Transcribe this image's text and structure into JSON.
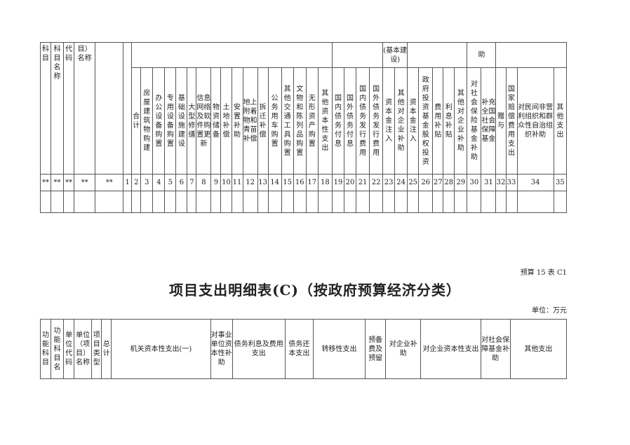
{
  "top_table": {
    "id_headers": [
      "科目",
      "科目名称",
      "代码",
      "目）名称",
      ""
    ],
    "group_headers": [
      "",
      "",
      "(基本建设)",
      "",
      "助",
      ""
    ],
    "columns": [
      "合计",
      "房屋建筑物购建",
      "办公设备购置",
      "专用设备购置",
      "基础设施建设",
      "大型修缮",
      "信息网络及软件购置更新",
      "物资储备",
      "土地补偿",
      "安置补助",
      "地上附着物和青苗补偿",
      "拆迁补偿",
      "公务用车购置",
      "其他交通工具购置",
      "文物和陈列品购置",
      "无形资产购置",
      "其他资本性支出",
      "国内债务付息",
      "国外债务付息",
      "国内债务发行费用",
      "国外债务发行费用",
      "资本金注入",
      "其他对企业补助",
      "资本金注入",
      "政府投资基金股权投资",
      "费用补贴",
      "利息补贴",
      "其他对企业补助",
      "对社会保险基金补助",
      "补充全国社会保障基金",
      "赠与",
      "国家赔偿费用支出",
      "对民间非营利组织和群众性自治组织补助",
      "其他支出"
    ],
    "number_row": [
      "**",
      "**",
      "**",
      "**",
      "**",
      "1",
      "2",
      "3",
      "4",
      "5",
      "6",
      "7",
      "8",
      "9",
      "10",
      "11",
      "12",
      "13",
      "14",
      "15",
      "16",
      "17",
      "18",
      "19",
      "20",
      "21",
      "22",
      "23",
      "24",
      "25",
      "26",
      "27",
      "28",
      "29",
      "30",
      "31",
      "32",
      "33",
      "34",
      "35"
    ]
  },
  "form_code": "预算 15 表 C1",
  "title": "项目支出明细表(C)（按政府预算经济分类）",
  "unit": "单位：万元",
  "bottom_table": {
    "headers": [
      "功能科目",
      "功能科目名",
      "单位代码",
      "单位（项目）名称",
      "项目类型",
      "总计",
      "机关资本性支出(一)",
      "对事业单位资本性补助",
      "债务利息及费用支出",
      "债务还本支出",
      "转移性支出",
      "预备费及预留",
      "对企业补助",
      "对企业资本性支出",
      "对社会保障基金补助",
      "其他支出"
    ]
  }
}
